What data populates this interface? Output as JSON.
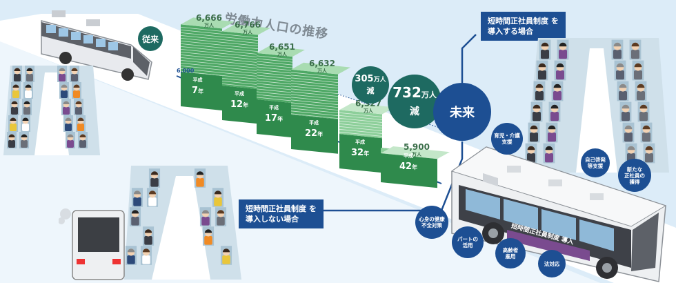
{
  "title": "労働力人口の推移",
  "conventional_badge": "従来",
  "future_badge": "未来",
  "baseline_label": "6,000",
  "decrease_small": {
    "value": "305",
    "unit": "万人",
    "suffix": "減"
  },
  "decrease_large": {
    "value": "732",
    "unit": "万人",
    "suffix": "減"
  },
  "top_callout": [
    "短時間正社員制度 を",
    "導入する場合"
  ],
  "bottom_callout": [
    "短時間正社員制度 を",
    "導入しない場合"
  ],
  "colors": {
    "sky": "#dcecf8",
    "navy": "#1d4f93",
    "green": "#3f9a58",
    "green_light": "#9fd3a8",
    "teal": "#1e6a61"
  },
  "chart_data": {
    "type": "bar",
    "title": "労働力人口の推移",
    "unit": "万人",
    "baseline": "6,000",
    "categories": [
      "平成7年",
      "平成12年",
      "平成17年",
      "平成22年",
      "平成32年",
      "平成42年"
    ],
    "category_parts": [
      {
        "era": "平成",
        "num": "7",
        "suffix": "年"
      },
      {
        "era": "平成",
        "num": "12",
        "suffix": "年"
      },
      {
        "era": "平成",
        "num": "17",
        "suffix": "年"
      },
      {
        "era": "平成",
        "num": "22",
        "suffix": "年"
      },
      {
        "era": "平成",
        "num": "32",
        "suffix": "年"
      },
      {
        "era": "平成",
        "num": "42",
        "suffix": "年"
      }
    ],
    "values": [
      6666,
      6766,
      6651,
      6632,
      6327,
      5900
    ],
    "value_labels": [
      "6,666",
      "6,766",
      "6,651",
      "6,632",
      "6,327",
      "5,900"
    ],
    "ylim": [
      6000,
      6800
    ]
  },
  "bubbles": [
    {
      "lines": [
        "育児・介護",
        "支援"
      ],
      "icon": "speech-bubble"
    },
    {
      "lines": [
        "自己啓発",
        "等支援"
      ],
      "icon": "speech-bubble"
    },
    {
      "lines": [
        "新たな",
        "正社員の",
        "獲得"
      ],
      "icon": "speech-bubble"
    },
    {
      "lines": [
        "心身の健康",
        "不全対策"
      ],
      "icon": "speech-bubble"
    },
    {
      "lines": [
        "パートの",
        "活用"
      ],
      "icon": "speech-bubble"
    },
    {
      "lines": [
        "高齢者",
        "雇用"
      ],
      "icon": "speech-bubble"
    },
    {
      "lines": [
        "法対応"
      ],
      "icon": "speech-bubble"
    }
  ],
  "bus_banner": "短時間正社員制度 導入"
}
